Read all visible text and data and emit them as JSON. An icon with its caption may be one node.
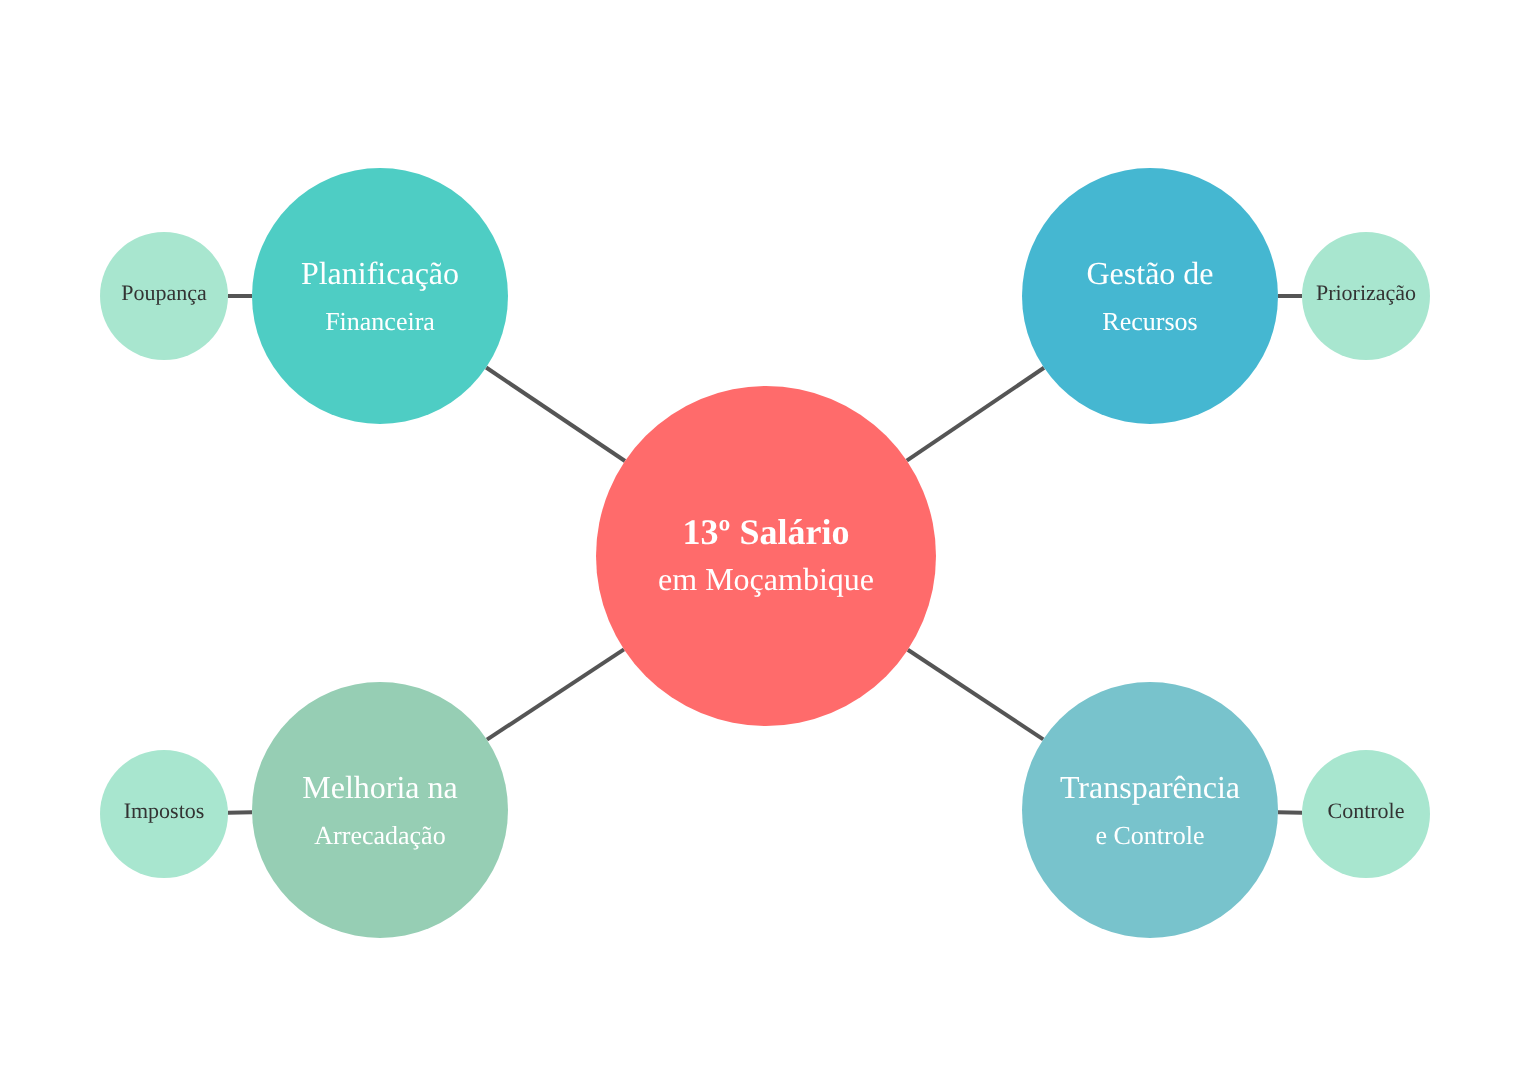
{
  "diagram": {
    "nodes": [
      {
        "text": [
          "13º Salário",
          "em Moçambique"
        ]
      },
      {
        "text": [
          "Planificação",
          "Financeira"
        ]
      },
      {
        "text": [
          "Poupança"
        ]
      },
      {
        "text": [
          "Gestão de",
          "Recursos"
        ]
      },
      {
        "text": [
          "Priorização"
        ]
      },
      {
        "text": [
          "Melhoria na",
          "Arrecadação"
        ]
      },
      {
        "text": [
          "Impostos"
        ]
      },
      {
        "text": [
          "Transparência",
          "e Controle"
        ]
      },
      {
        "text": [
          "Controle"
        ]
      }
    ],
    "edges": [
      {
        "from": 0,
        "to": 1,
        "arrow": "none"
      },
      {
        "from": 0,
        "to": 3,
        "arrow": "none"
      },
      {
        "from": 0,
        "to": 5,
        "arrow": "none"
      },
      {
        "from": 0,
        "to": 7,
        "arrow": "none"
      },
      {
        "from": 2,
        "to": 1,
        "arrow": "none"
      },
      {
        "from": 4,
        "to": 3,
        "arrow": "none"
      },
      {
        "from": 6,
        "to": 5,
        "arrow": "none"
      },
      {
        "from": 8,
        "to": 7,
        "arrow": "none"
      }
    ]
  }
}
